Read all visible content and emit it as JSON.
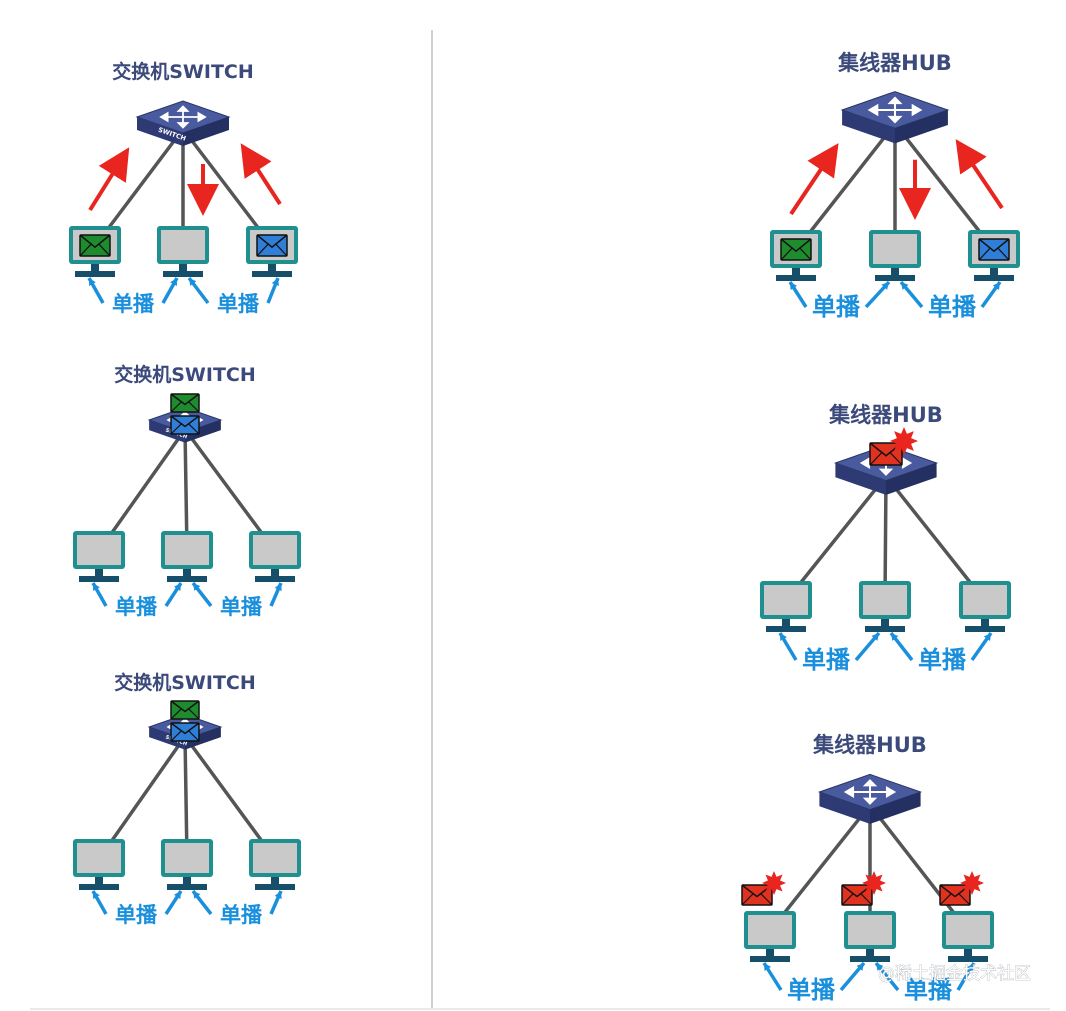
{
  "labels": {
    "switch_title": "交换机SWITCH",
    "hub_title": "集线器HUB",
    "unicast": "单播",
    "switch_device_text": "SWITCH"
  },
  "watermark": "@稀土掘金技术社区",
  "colors": {
    "title": "#3b4a7a",
    "label": "#1a8fdc",
    "device_top": "#4a5a9e",
    "device_side": "#2e3a73",
    "monitor_frame": "#1f8f8f",
    "monitor_screen": "#c9c9c9",
    "cable": "#555555",
    "arrow_red": "#e8261f",
    "envelope_green": "#1e8c2e",
    "envelope_blue": "#2f7fd8",
    "envelope_red": "#e0321f",
    "divider": "#cfcfcf"
  },
  "icons": {
    "device": "switch-hub-icon",
    "pc": "computer-monitor-icon",
    "mail": "envelope-icon",
    "burst": "collision-burst-icon"
  },
  "panels": [
    {
      "id": "switch-panel-1",
      "device": "switch",
      "title_key": "switch_title",
      "mails_on_device": [],
      "pc_mails": [
        "green",
        "none",
        "blue"
      ],
      "red_arrows": true,
      "collision": false
    },
    {
      "id": "switch-panel-2",
      "device": "switch",
      "title_key": "switch_title",
      "mails_on_device": [
        "green",
        "blue"
      ],
      "pc_mails": [
        "none",
        "none",
        "none"
      ],
      "red_arrows": false,
      "collision": false
    },
    {
      "id": "switch-panel-3",
      "device": "switch",
      "title_key": "switch_title",
      "mails_on_device": [
        "green",
        "blue"
      ],
      "pc_mails": [
        "none",
        "none",
        "none"
      ],
      "red_arrows": false,
      "collision": false
    },
    {
      "id": "hub-panel-1",
      "device": "hub",
      "title_key": "hub_title",
      "mails_on_device": [],
      "pc_mails": [
        "green",
        "none",
        "blue"
      ],
      "red_arrows": true,
      "collision": false
    },
    {
      "id": "hub-panel-2",
      "device": "hub",
      "title_key": "hub_title",
      "mails_on_device": [
        "red"
      ],
      "pc_mails": [
        "none",
        "none",
        "none"
      ],
      "red_arrows": false,
      "collision": true
    },
    {
      "id": "hub-panel-3",
      "device": "hub",
      "title_key": "hub_title",
      "mails_on_device": [],
      "pc_mails": [
        "none",
        "none",
        "none"
      ],
      "red_arrows": false,
      "collision": true,
      "pc_top_mails": [
        "red",
        "red",
        "red"
      ]
    }
  ]
}
